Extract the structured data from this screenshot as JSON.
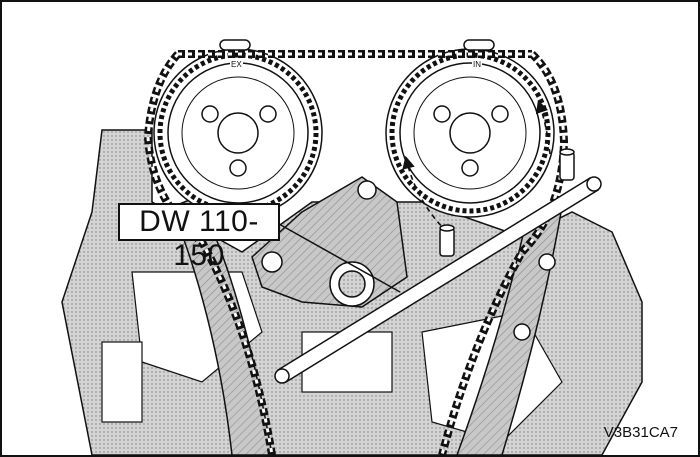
{
  "tool_label": "DW 110-150",
  "exhaust_mark": "EX",
  "intake_mark": "IN",
  "figure_code": "V3B31CA7",
  "colors": {
    "line": "#111111",
    "shade": "#8c8c8c",
    "background": "#ffffff"
  }
}
